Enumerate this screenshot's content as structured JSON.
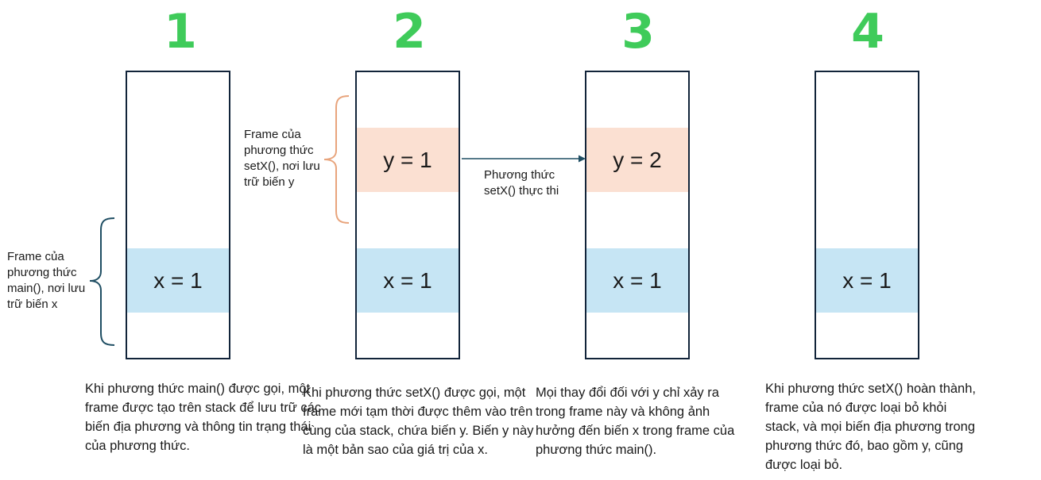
{
  "steps": [
    {
      "number": "1",
      "x_cell": "x = 1",
      "y_cell": "",
      "description": "Khi phương thức main() được gọi, một frame được tạo trên stack để lưu trữ các biến địa phương và thông tin trạng thái của phương thức."
    },
    {
      "number": "2",
      "x_cell": "x = 1",
      "y_cell": "y = 1",
      "description": "Khi phương thức setX() được gọi, một frame mới tạm thời được thêm vào trên cùng của stack, chứa biến y. Biến y này là một bản sao của giá trị của x."
    },
    {
      "number": "3",
      "x_cell": "x = 1",
      "y_cell": "y = 2",
      "description": "Mọi thay đổi đối với y chỉ xảy ra trong frame này và không ảnh hưởng đến biến x trong frame của phương thức main()."
    },
    {
      "number": "4",
      "x_cell": "x = 1",
      "y_cell": "",
      "description": "Khi phương thức setX() hoàn thành, frame của nó được loại bỏ khỏi stack, và mọi biến địa phương trong phương thức đó, bao gồm y, cũng được loại bỏ."
    }
  ],
  "annotations": {
    "main_frame": "Frame của phương thức main(), nơi lưu trữ biến x",
    "setx_frame": "Frame của phương thức setX(), nơi lưu trữ biến y",
    "arrow_label": "Phương thức setX() thực thi"
  },
  "colors": {
    "step_number": "#3fcb5a",
    "x_cell": "#c6e5f4",
    "y_cell": "#fbe0d2",
    "main_brace": "#1f4e63",
    "setx_brace": "#e8a47c",
    "arrow": "#1f4e63"
  }
}
